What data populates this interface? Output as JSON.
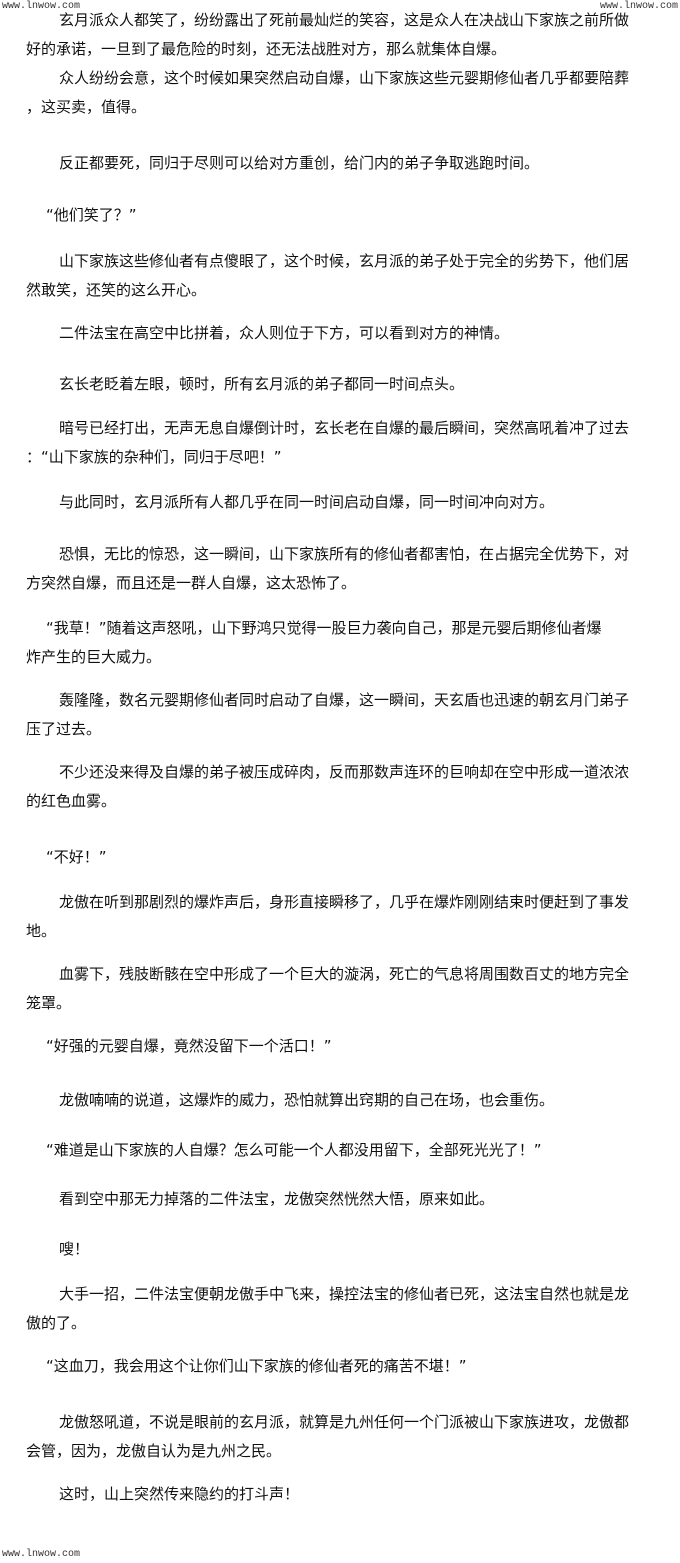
{
  "watermark": {
    "top_left": "www.lnwow.com",
    "top_right": "www.lnwow.com",
    "bottom_left": "www.lnwow.com"
  },
  "paragraphs": [
    {
      "lines": [
        "玄月派众人都笑了，纷纷露出了死前最灿烂的笑容，这是众人在决战山下家族之前所做",
        "好的承诺，一旦到了最危险的时刻，还无法战胜对方，那么就集体自爆。"
      ]
    },
    {
      "lines": [
        "众人纷纷会意，这个时候如果突然启动自爆，山下家族这些元婴期修仙者几乎都要陪葬",
        "，这买卖，值得。"
      ]
    },
    {
      "lines": [
        "反正都要死，同归于尽则可以给对方重创，给门内的弟子争取逃跑时间。"
      ]
    },
    {
      "lines": [
        "“他们笑了？”"
      ],
      "dialogue": true
    },
    {
      "lines": [
        "山下家族这些修仙者有点傻眼了，这个时候，玄月派的弟子处于完全的劣势下，他们居",
        "然敢笑，还笑的这么开心。"
      ]
    },
    {
      "lines": [
        "二件法宝在高空中比拼着，众人则位于下方，可以看到对方的神情。"
      ]
    },
    {
      "lines": [
        "玄长老眨着左眼，顿时，所有玄月派的弟子都同一时间点头。"
      ]
    },
    {
      "lines": [
        "暗号已经打出，无声无息自爆倒计时，玄长老在自爆的最后瞬间，突然高吼着冲了过去",
        "：“山下家族的杂种们，同归于尽吧！”"
      ]
    },
    {
      "lines": [
        "与此同时，玄月派所有人都几乎在同一时间启动自爆，同一时间冲向对方。"
      ]
    },
    {
      "lines": [
        "恐惧，无比的惊恐，这一瞬间，山下家族所有的修仙者都害怕，在占据完全优势下，对",
        "方突然自爆，而且还是一群人自爆，这太恐怖了。"
      ]
    },
    {
      "lines": [
        "“我草！”随着这声怒吼，山下野鸿只觉得一股巨力袭向自己，那是元婴后期修仙者爆",
        "炸产生的巨大威力。"
      ],
      "dialogue": true
    },
    {
      "lines": [
        "轰隆隆，数名元婴期修仙者同时启动了自爆，这一瞬间，天玄盾也迅速的朝玄月门弟子",
        "压了过去。"
      ]
    },
    {
      "lines": [
        "不少还没来得及自爆的弟子被压成碎肉，反而那数声连环的巨响却在空中形成一道浓浓",
        "的红色血雾。"
      ]
    },
    {
      "lines": [
        "“不好！”"
      ],
      "dialogue": true
    },
    {
      "lines": [
        "龙傲在听到那剧烈的爆炸声后，身形直接瞬移了，几乎在爆炸刚刚结束时便赶到了事发",
        "地。"
      ]
    },
    {
      "lines": [
        "血雾下，残肢断骸在空中形成了一个巨大的漩涡，死亡的气息将周围数百丈的地方完全",
        "笼罩。"
      ]
    },
    {
      "lines": [
        "“好强的元婴自爆，竟然没留下一个活口！”"
      ],
      "dialogue": true
    },
    {
      "lines": [
        "龙傲喃喃的说道，这爆炸的威力，恐怕就算出窍期的自己在场，也会重伤。"
      ]
    },
    {
      "lines": [
        "“难道是山下家族的人自爆？怎么可能一个人都没用留下，全部死光光了！”"
      ],
      "dialogue": true
    },
    {
      "lines": [
        "看到空中那无力掉落的二件法宝，龙傲突然恍然大悟，原来如此。"
      ]
    },
    {
      "lines": [
        "嗖！"
      ]
    },
    {
      "lines": [
        "大手一招，二件法宝便朝龙傲手中飞来，操控法宝的修仙者已死，这法宝自然也就是龙",
        "傲的了。"
      ]
    },
    {
      "lines": [
        "“这血刀，我会用这个让你们山下家族的修仙者死的痛苦不堪！”"
      ],
      "dialogue": true
    },
    {
      "lines": [
        "龙傲怒吼道，不说是眼前的玄月派，就算是九州任何一个门派被山下家族进攻，龙傲都",
        "会管，因为，龙傲自认为是九州之民。"
      ]
    },
    {
      "lines": [
        "这时，山上突然传来隐约的打斗声！"
      ]
    }
  ]
}
